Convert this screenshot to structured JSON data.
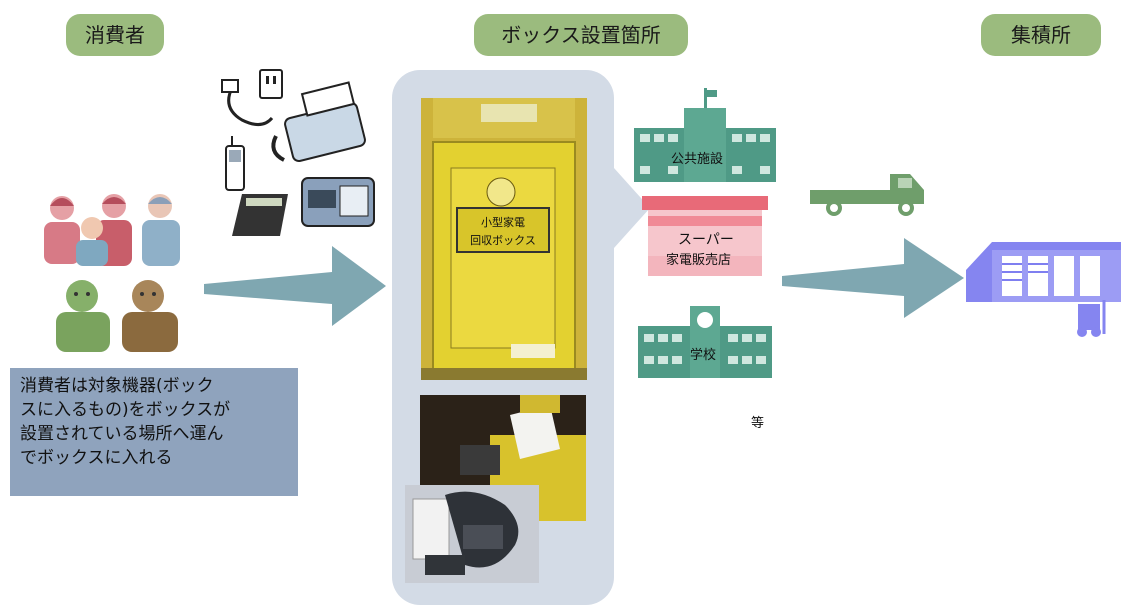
{
  "headers": {
    "consumer": "消費者",
    "box_location": "ボックス設置箇所",
    "collection_point": "集積所"
  },
  "consumer_note": "消費者は対象機器(ボック\nスに入るもの)をボックスが\n設置されている場所へ運ん\nでボックスに入れる",
  "box_sign": {
    "line1": "小型家電",
    "line2": "回収ボックス"
  },
  "locations": {
    "public": "公共施設",
    "store_line1": "スーパー",
    "store_line2": "家電販売店",
    "school": "学校",
    "etc": "等"
  },
  "colors": {
    "header_pill": "#9bbb7e",
    "arrow": "#7fa7b1",
    "note_bg": "#8fa3bd",
    "panel_bg": "#d3dbe6",
    "building": "#4f9a86",
    "truck": "#6f9e6b",
    "warehouse": "#7f7ff0"
  }
}
